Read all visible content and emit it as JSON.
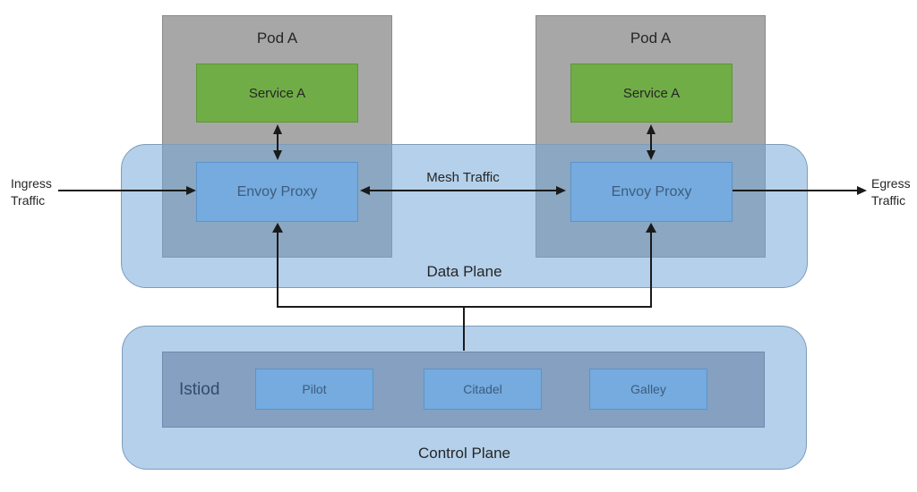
{
  "pods": [
    {
      "title": "Pod A",
      "service": "Service A",
      "proxy": "Envoy Proxy"
    },
    {
      "title": "Pod A",
      "service": "Service A",
      "proxy": "Envoy Proxy"
    }
  ],
  "data_plane": {
    "label": "Data Plane"
  },
  "control_plane": {
    "label": "Control Plane",
    "istiod": {
      "label": "Istiod",
      "components": [
        "Pilot",
        "Citadel",
        "Galley"
      ]
    }
  },
  "flows": {
    "ingress": {
      "line1": "Ingress",
      "line2": "Traffic"
    },
    "egress": {
      "line1": "Egress",
      "line2": "Traffic"
    },
    "mesh": "Mesh Traffic"
  },
  "colors": {
    "pod_gray": "#a7a7a7",
    "service_green": "#70ad47",
    "proxy_blue": "#75abde",
    "plane_blue": "#b5d1ec",
    "pod_plane_overlap": "#8ba3c1",
    "istiod_blue_gray": "#85a0c0",
    "line_black": "#1a1a1a",
    "text_dark": "#262626",
    "text_blue": "#3c5c80"
  }
}
